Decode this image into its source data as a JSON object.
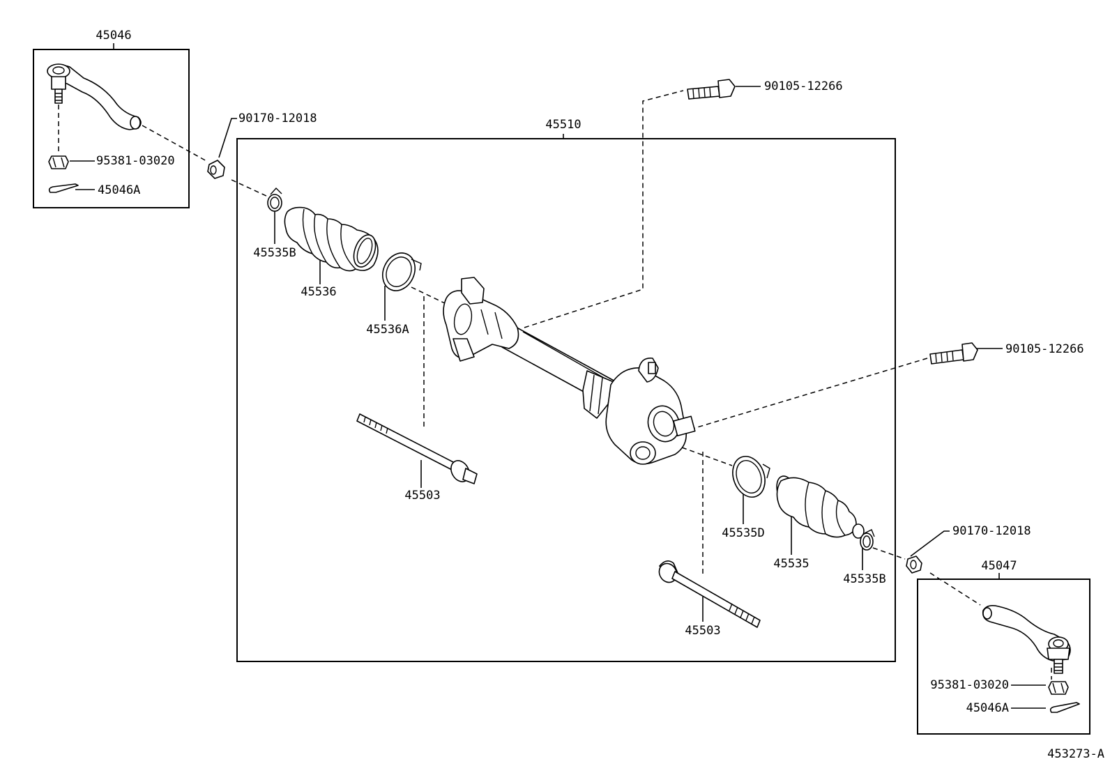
{
  "figure_id": "453273-A",
  "labels": {
    "tie_rod_end_left": "45046",
    "tie_rod_end_right": "45047",
    "rack_assembly": "45510",
    "bolt_top": "90105-12266",
    "bolt_right": "90105-12266",
    "lock_nut_left": "90170-12018",
    "lock_nut_right": "90170-12018",
    "nut_left": "95381-03020",
    "nut_right": "95381-03020",
    "cotter_pin_left": "45046A",
    "cotter_pin_right": "45046A",
    "clip_left": "45535B",
    "clip_right": "45535B",
    "boot_left": "45536",
    "boot_right": "45535",
    "band_left": "45536A",
    "band_right": "45535D",
    "rack_end_left": "45503",
    "rack_end_right": "45503"
  }
}
